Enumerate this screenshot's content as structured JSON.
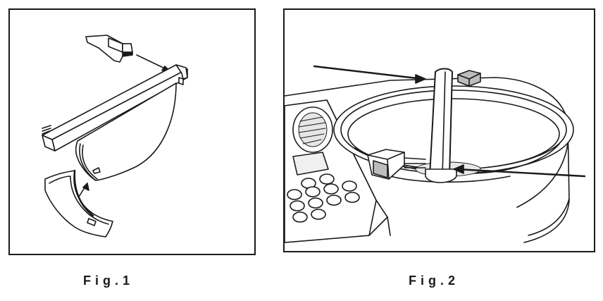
{
  "figures": [
    {
      "caption": "Fig.1",
      "icon": "blade-assembly-illustration"
    },
    {
      "caption": "Fig.2",
      "icon": "bowl-handle-installation-illustration"
    }
  ],
  "colors": {
    "line": "#1a1a1a",
    "paper": "#ffffff",
    "shade": "#bdbdbd",
    "dark_shade": "#555555"
  }
}
